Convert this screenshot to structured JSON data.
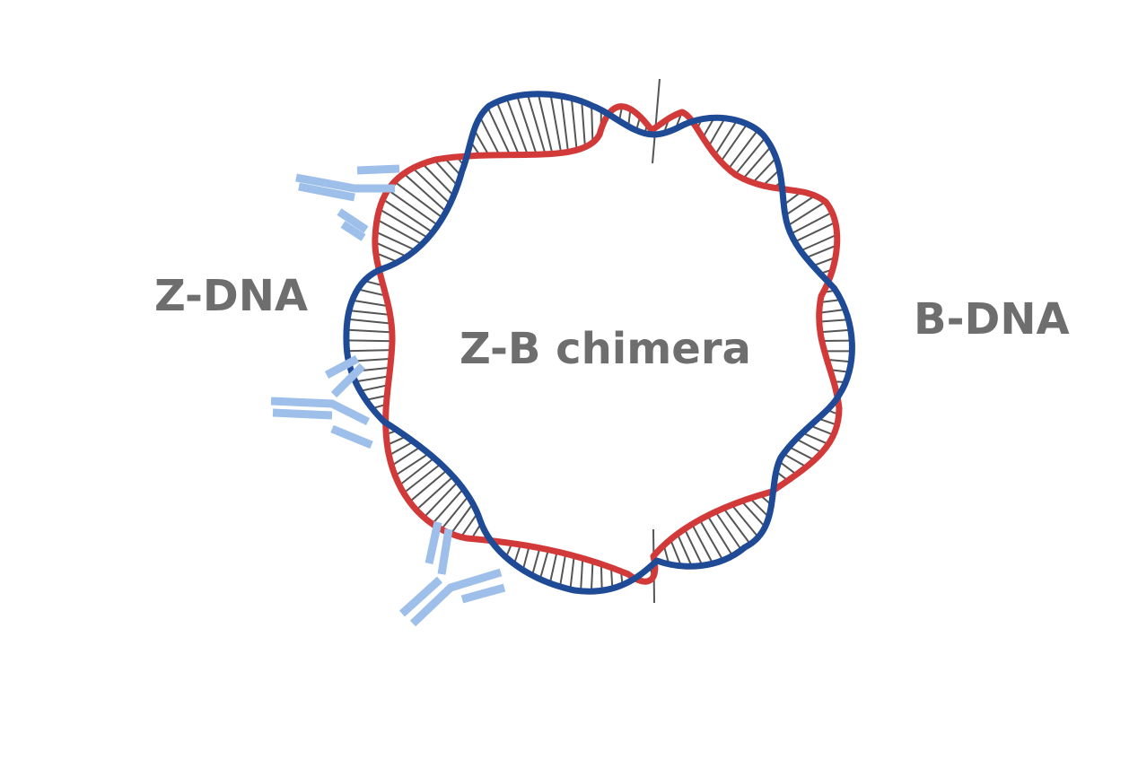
{
  "labels": {
    "left": "Z-DNA",
    "center": "Z-B chimera",
    "right": "B-DNA"
  },
  "colors": {
    "strand_blue": "#1f4a96",
    "strand_red": "#d23a3a",
    "rungs": "#555555",
    "antibody": "#9dbfea",
    "label": "#6e6e6e",
    "background": "#ffffff"
  },
  "icons": {
    "antibody": "antibody-icon",
    "junction": "junction-marker"
  }
}
